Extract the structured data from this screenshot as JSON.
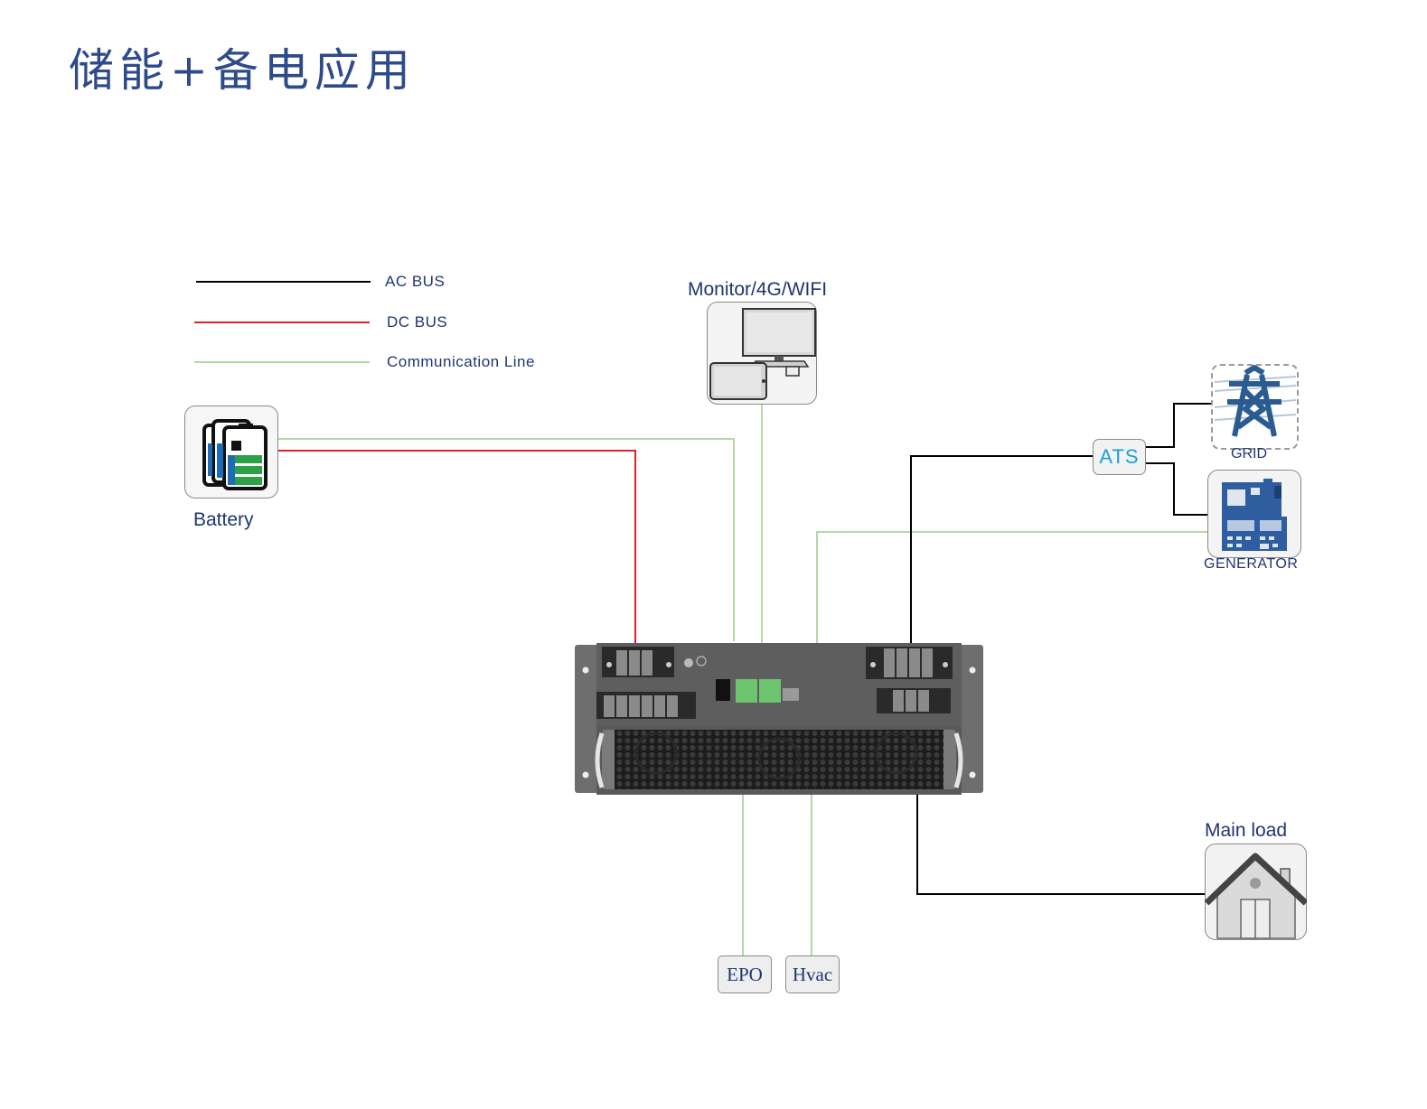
{
  "title": "储能+备电应用",
  "legend": [
    {
      "label": "AC BUS",
      "color": "#000000"
    },
    {
      "label": "DC BUS",
      "color": "#e0202a"
    },
    {
      "label": "Communication Line",
      "color": "#9ccb86"
    }
  ],
  "nodes": {
    "battery": {
      "label": "Battery",
      "icon": "battery-icon"
    },
    "monitor": {
      "label": "Monitor/4G/WIFI",
      "icon": "monitor-tablet-icon"
    },
    "ats": {
      "label": "ATS"
    },
    "grid": {
      "label": "GRID",
      "icon": "power-tower-icon"
    },
    "generator": {
      "label": "GENERATOR",
      "icon": "generator-icon"
    },
    "main_load": {
      "label": "Main load",
      "icon": "house-icon"
    },
    "epo": {
      "label": "EPO"
    },
    "hvac": {
      "label": "Hvac"
    },
    "inverter": {
      "icon": "rack-inverter-icon"
    }
  },
  "colors": {
    "title": "#2d4a8a",
    "label": "#1f3571",
    "ats_text": "#1aa0dd",
    "ac_bus": "#000000",
    "dc_bus": "#e0202a",
    "comm_line": "#9ccb86"
  }
}
